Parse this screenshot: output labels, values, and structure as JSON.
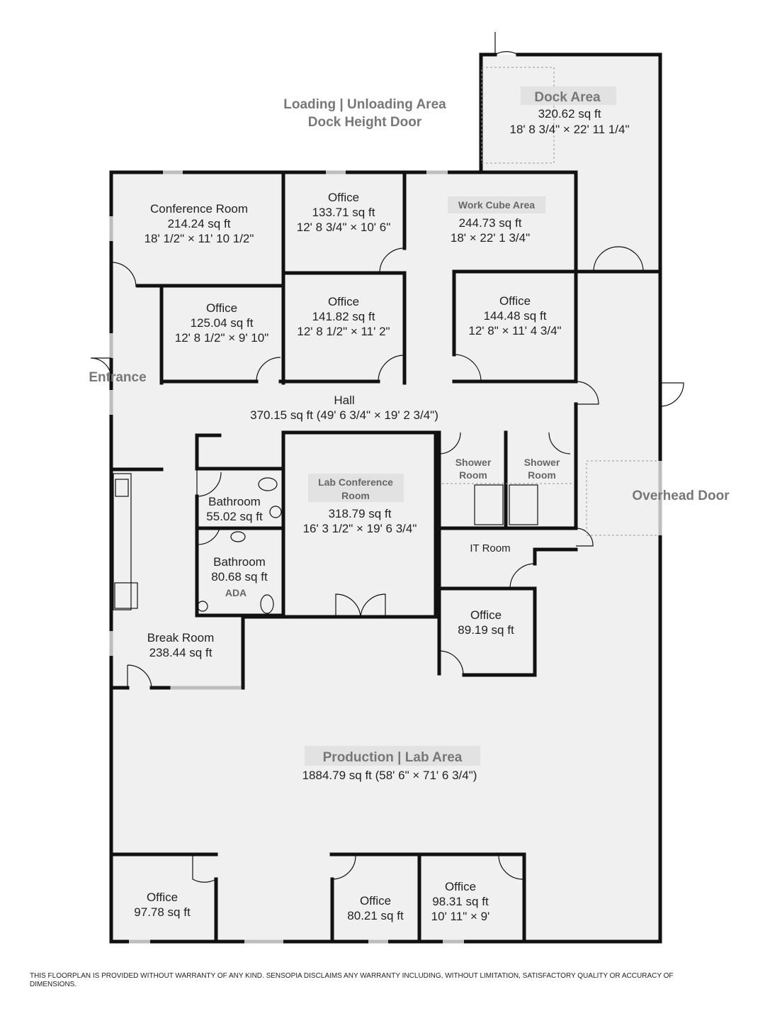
{
  "exterior": {
    "loading_line1": "Loading | Unloading Area",
    "loading_line2": "Dock Height Door",
    "entrance": "Entrance",
    "overhead_door": "Overhead Door"
  },
  "rooms": {
    "dock_area": {
      "name": "Dock Area",
      "area": "320.62 sq ft",
      "dims": "18' 8 3/4\" × 22' 11 1/4\""
    },
    "conference_room": {
      "name": "Conference Room",
      "area": "214.24 sq ft",
      "dims": "18' 1/2\" × 11' 10 1/2\""
    },
    "office_top": {
      "name": "Office",
      "area": "133.71 sq ft",
      "dims": "12' 8 3/4\" × 10' 6\""
    },
    "work_cube": {
      "name": "Work Cube Area",
      "area": "244.73 sq ft",
      "dims": "18' × 22' 1 3/4\""
    },
    "office_left": {
      "name": "Office",
      "area": "125.04 sq ft",
      "dims": "12' 8 1/2\" × 9' 10\""
    },
    "office_mid": {
      "name": "Office",
      "area": "141.82 sq ft",
      "dims": "12' 8 1/2\" × 11' 2\""
    },
    "office_right": {
      "name": "Office",
      "area": "144.48 sq ft",
      "dims": "12' 8\" × 11' 4 3/4\""
    },
    "hall": {
      "name": "Hall",
      "area_dims": "370.15 sq ft (49' 6 3/4\" × 19' 2 3/4\")"
    },
    "shower1": {
      "line1": "Shower",
      "line2": "Room"
    },
    "shower2": {
      "line1": "Shower",
      "line2": "Room"
    },
    "bathroom1": {
      "name": "Bathroom",
      "area": "55.02 sq ft"
    },
    "bathroom2": {
      "name": "Bathroom",
      "area": "80.68 sq ft",
      "note": "ADA"
    },
    "lab_conf": {
      "line1": "Lab Conference",
      "line2": "Room",
      "area": "318.79 sq ft",
      "dims": "16' 3 1/2\" × 19' 6 3/4\""
    },
    "it_room": {
      "name": "IT Room"
    },
    "office_89": {
      "name": "Office",
      "area": "89.19 sq ft"
    },
    "break_room": {
      "name": "Break Room",
      "area": "238.44 sq ft"
    },
    "production": {
      "name": "Production | Lab Area",
      "area_dims": "1884.79 sq ft (58' 6\" × 71' 6 3/4\")"
    },
    "office_97": {
      "name": "Office",
      "area": "97.78 sq ft"
    },
    "office_80": {
      "name": "Office",
      "area": "80.21 sq ft"
    },
    "office_98": {
      "name": "Office",
      "area": "98.31 sq ft",
      "dims": "10' 11\" × 9'"
    }
  },
  "disclaimer": "THIS FLOORPLAN IS PROVIDED WITHOUT WARRANTY OF ANY KIND. SENSOPIA DISCLAIMS ANY WARRANTY INCLUDING, WITHOUT LIMITATION, SATISFACTORY QUALITY OR ACCURACY OF DIMENSIONS.",
  "colors": {
    "floor": "#f0f0f0",
    "wall": "#111111",
    "window": "#bdbdbd",
    "label_bold": "#777777"
  }
}
